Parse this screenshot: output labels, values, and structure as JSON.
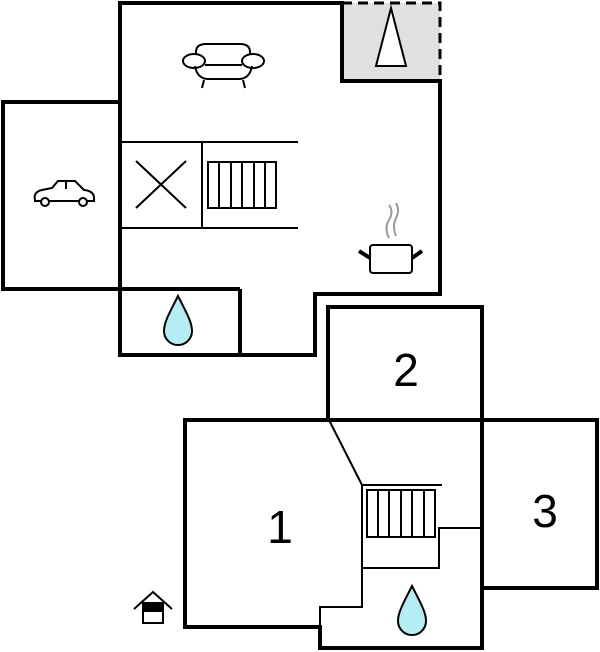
{
  "floor_plan": {
    "rooms": [
      {
        "label": "1"
      },
      {
        "label": "2"
      },
      {
        "label": "3"
      }
    ],
    "icons": [
      "sofa-icon",
      "terrace-icon",
      "car-icon",
      "hob-icon",
      "stairs-icon",
      "water-drop-icon",
      "cooking-pot-icon",
      "entrance-icon"
    ],
    "colors": {
      "terrace": "#e0e0e0",
      "water": "#b4eef4",
      "walls": "#000000"
    }
  }
}
